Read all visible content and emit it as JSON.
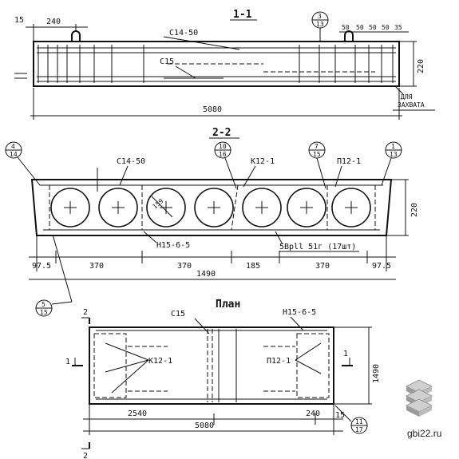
{
  "sections": {
    "s1": "1-1",
    "s2": "2-2",
    "plan": "План"
  },
  "section1": {
    "dim_15": "15",
    "dim_240": "240",
    "top_rebar": "С14-50",
    "mid_rebar": "С15",
    "bubble_top": "3",
    "bubble_bottom": "13",
    "dims_right": [
      "50",
      "50",
      "50",
      "50",
      "35"
    ],
    "height": "220",
    "length": "5080",
    "note_line1": "ДЛЯ",
    "note_line2": "ЗАХВАТА"
  },
  "section2": {
    "bubble_a": {
      "top": "4",
      "bottom": "14"
    },
    "bubble_b": {
      "top": "10",
      "bottom": "16"
    },
    "bubble_c": {
      "top": "7",
      "bottom": "15"
    },
    "bubble_d": {
      "top": "1",
      "bottom": "13"
    },
    "bubble_e": {
      "top": "5",
      "bottom": "15"
    },
    "label_c14": "С14-50",
    "label_k12": "К12-1",
    "label_p12": "П12-1",
    "label_h15": "Н15-6-5",
    "label_5vp": "5Врll 51г (17шт)",
    "label_159": "159",
    "height": "220",
    "dims": [
      "97.5",
      "370",
      "370",
      "185",
      "370",
      "97.5"
    ],
    "width": "1490"
  },
  "plan": {
    "label_c15": "С15",
    "label_h15": "Н15-6-5",
    "label_k12": "К12-1",
    "label_p12": "П12-1",
    "cut_2_top": "2",
    "cut_2_bottom": "2",
    "cut_1_left": "1",
    "cut_1_right": "1",
    "width": "1490",
    "dim_2540": "2540",
    "dim_240": "240",
    "dim_15": "15",
    "length": "5080",
    "bubble": {
      "top": "11",
      "bottom": "17"
    }
  },
  "watermark": "gbi22.ru"
}
